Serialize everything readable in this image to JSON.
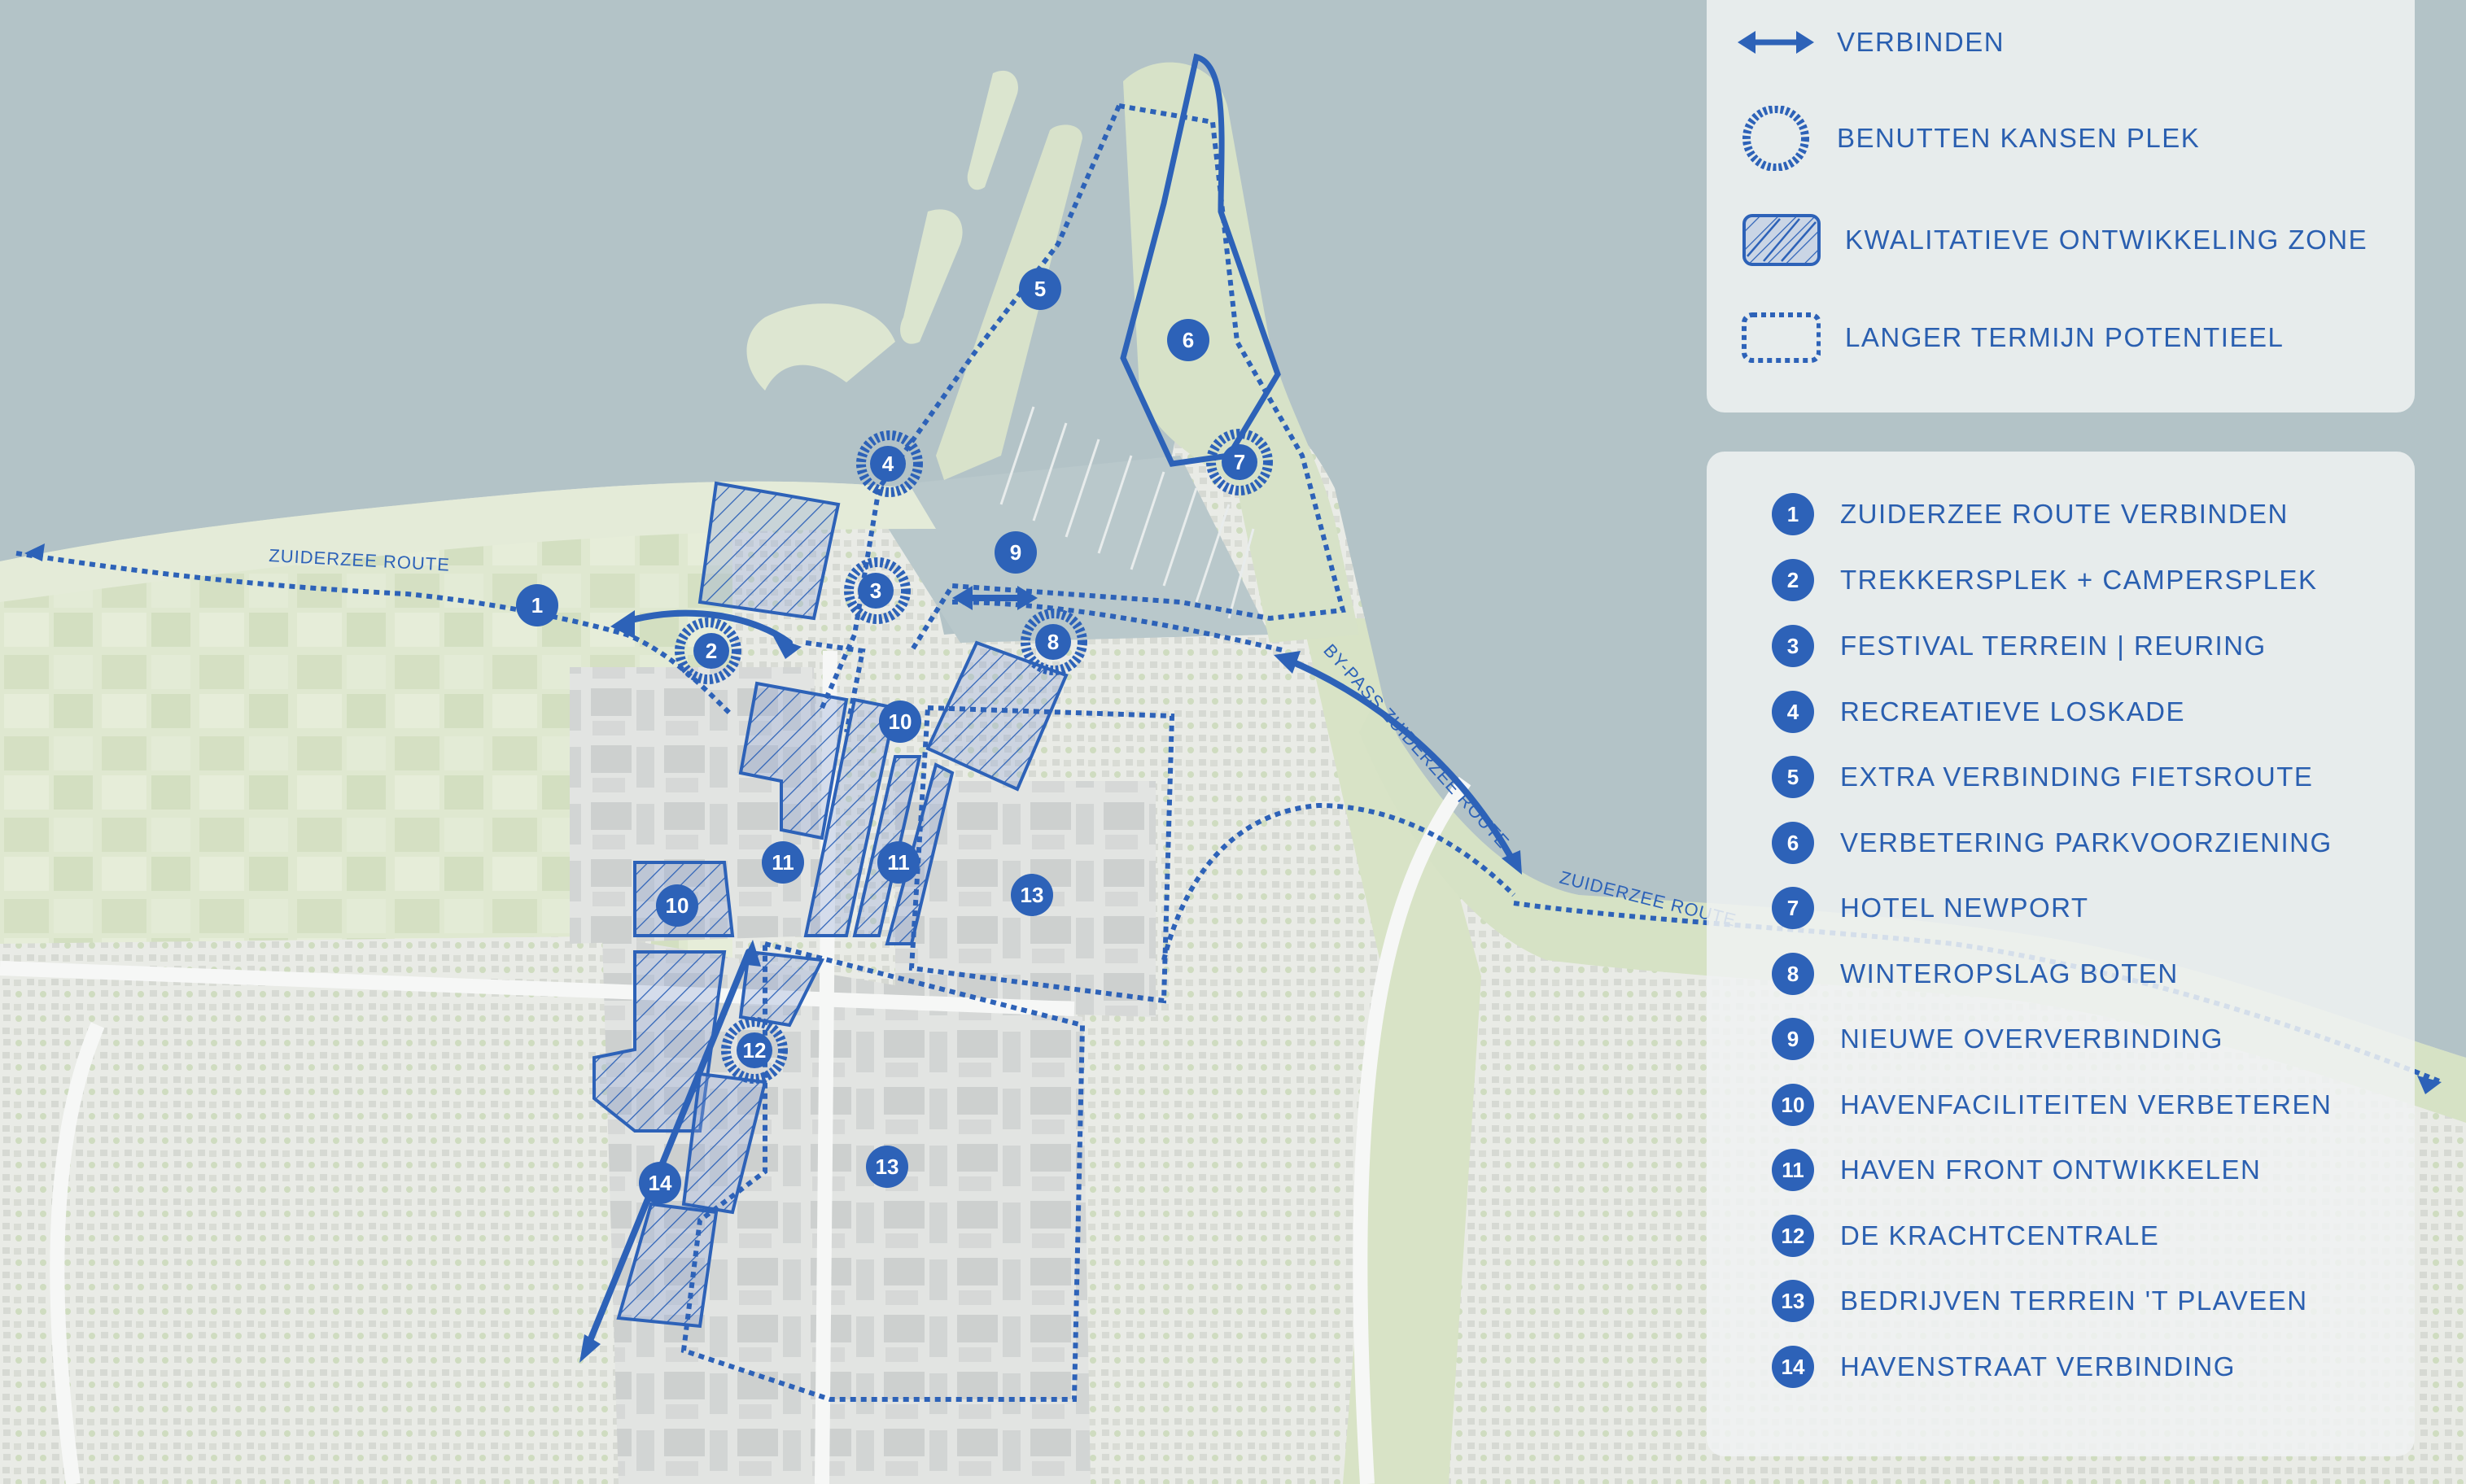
{
  "legend": [
    {
      "symbol": "double-arrow-icon",
      "label": "VERBINDEN"
    },
    {
      "symbol": "hatched-ring-icon",
      "label": "BENUTTEN KANSEN PLEK"
    },
    {
      "symbol": "hatched-square-icon",
      "label": "KWALITATIEVE ONTWIKKELING ZONE"
    },
    {
      "symbol": "dotted-square-icon",
      "label": "LANGER TERMIJN POTENTIEEL"
    }
  ],
  "items": [
    {
      "number": "1",
      "label": "ZUIDERZEE ROUTE VERBINDEN"
    },
    {
      "number": "2",
      "label": "TREKKERSPLEK + CAMPERSPLEK"
    },
    {
      "number": "3",
      "label": "FESTIVAL TERREIN | REURING"
    },
    {
      "number": "4",
      "label": "RECREATIEVE LOSKADE"
    },
    {
      "number": "5",
      "label": "EXTRA VERBINDING FIETSROUTE"
    },
    {
      "number": "6",
      "label": "VERBETERING PARKVOORZIENING"
    },
    {
      "number": "7",
      "label": "HOTEL NEWPORT"
    },
    {
      "number": "8",
      "label": "WINTEROPSLAG BOTEN"
    },
    {
      "number": "9",
      "label": "NIEUWE OVERVERBINDING"
    },
    {
      "number": "10",
      "label": "HAVENFACILITEITEN VERBETEREN"
    },
    {
      "number": "11",
      "label": "HAVEN FRONT ONTWIKKELEN"
    },
    {
      "number": "12",
      "label": "DE KRACHTCENTRALE"
    },
    {
      "number": "13",
      "label": "BEDRIJVEN TERREIN 'T PLAVEEN"
    },
    {
      "number": "14",
      "label": "HAVENSTRAAT VERBINDING"
    }
  ],
  "map_labels": {
    "route_west": "ZUIDERZEE ROUTE",
    "route_east": "ZUIDERZEE ROUTE",
    "bypass": "BY-PASS ZUIDERZEE ROUTE"
  },
  "colors": {
    "water": "#b3c3c7",
    "land_green": "#dbe5cc",
    "urban": "#e4e6e3",
    "accent": "#2d62b8",
    "legend_text": "#2a5fb0"
  }
}
